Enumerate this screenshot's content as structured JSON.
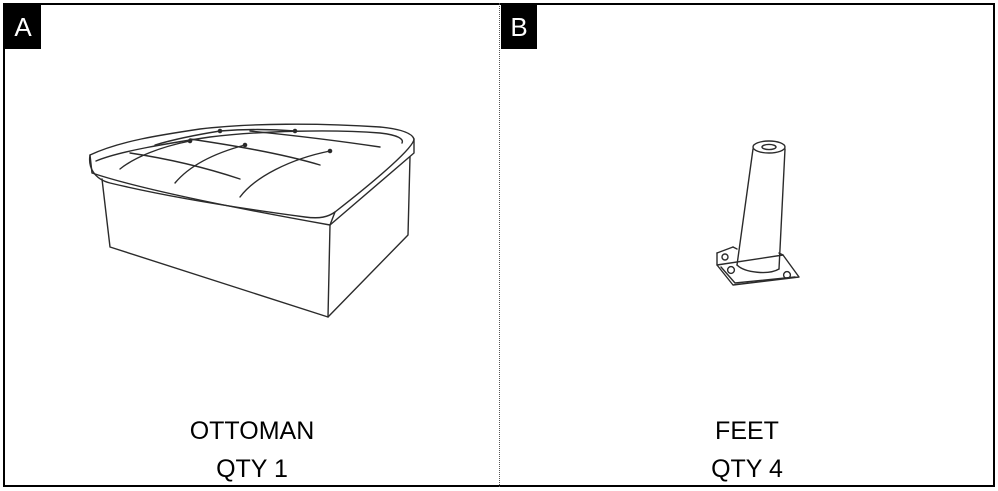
{
  "parts": [
    {
      "letter": "A",
      "name": "OTTOMAN",
      "qty": "QTY 1",
      "icon": "ottoman-icon"
    },
    {
      "letter": "B",
      "name": "FEET",
      "qty": "QTY 4",
      "icon": "foot-icon"
    }
  ],
  "colors": {
    "label_bg": "#000000",
    "label_text": "#ffffff",
    "line": "#2b2b2b"
  }
}
